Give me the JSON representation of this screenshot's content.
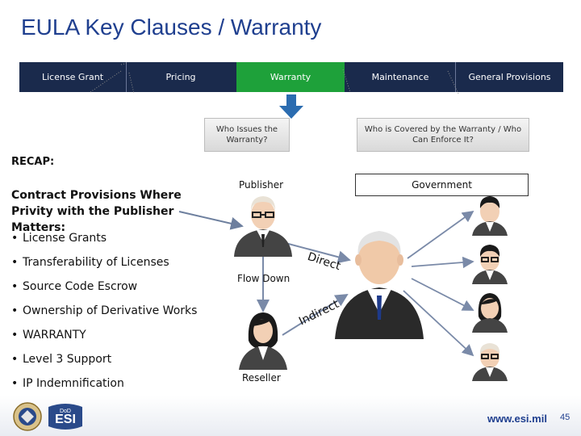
{
  "title": "EULA Key Clauses / Warranty",
  "tabs": [
    {
      "label": "License Grant"
    },
    {
      "label": "Pricing"
    },
    {
      "label": "Warranty"
    },
    {
      "label": "Maintenance"
    },
    {
      "label": "General Provisions"
    }
  ],
  "questions": {
    "who_issues": "Who Issues the Warranty?",
    "who_covered": "Who is Covered by the Warranty / Who Can Enforce It?"
  },
  "recap": "RECAP:",
  "provisions_heading": "Contract Provisions Where Privity with the Publisher Matters:",
  "bullets": [
    "License Grants",
    "Transferability of Licenses",
    "Source Code Escrow",
    "Ownership of Derivative Works",
    "WARRANTY",
    "Level 3 Support",
    "IP Indemnification"
  ],
  "diagram": {
    "publisher": "Publisher",
    "government": "Government",
    "flow_down": "Flow Down",
    "reseller": "Reseller",
    "direct": "Direct",
    "indirect": "Indirect"
  },
  "footer": {
    "logo_text": "DoD ESI",
    "url": "www.esi.mil",
    "page_number": "45"
  },
  "colors": {
    "title": "#1f3f8f",
    "tabbar": "#1a2a4c",
    "active_tab": "#1ea13a",
    "arrow": "#2b6cb0"
  }
}
